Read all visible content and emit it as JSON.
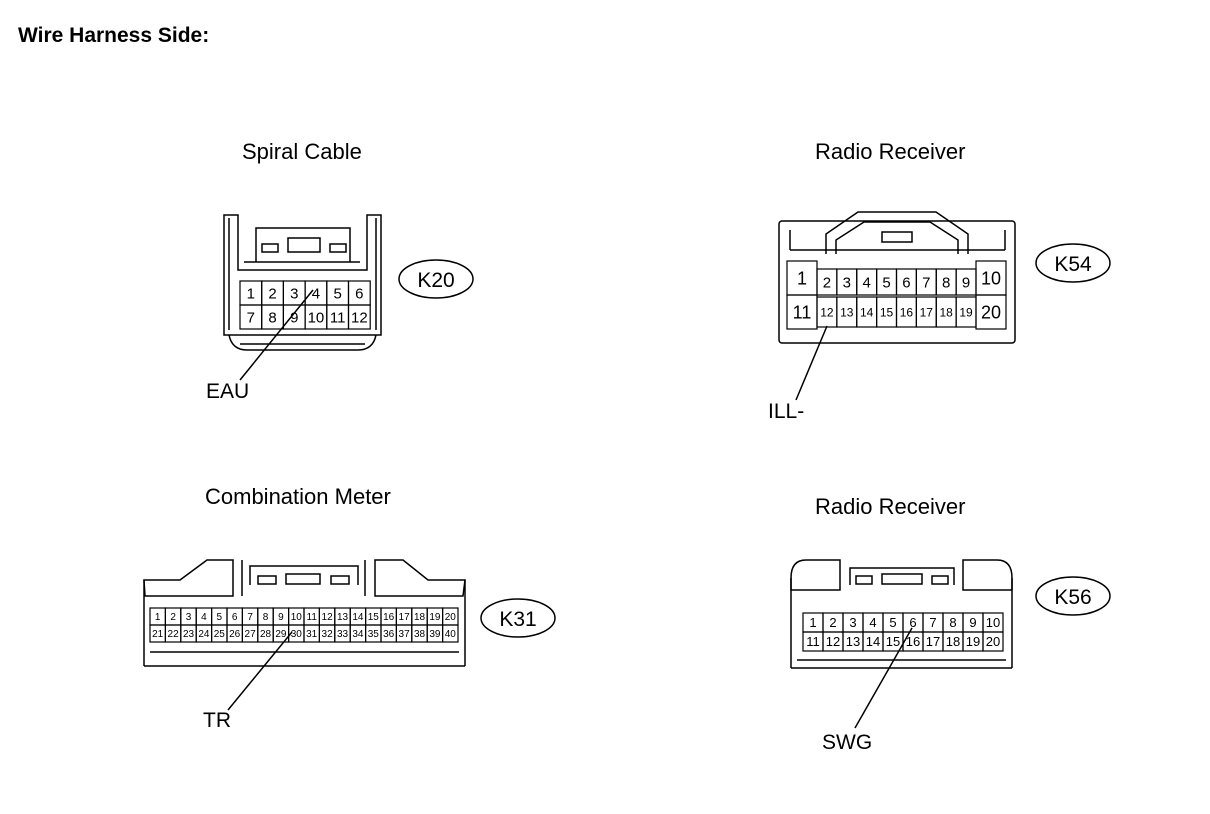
{
  "title": "Wire Harness Side:",
  "connectors": {
    "k20": {
      "name": "Spiral Cable",
      "code": "K20",
      "pins": [
        [
          "1",
          "2",
          "3",
          "4",
          "5",
          "6"
        ],
        [
          "7",
          "8",
          "9",
          "10",
          "11",
          "12"
        ]
      ],
      "callout": "EAU"
    },
    "k54": {
      "name": "Radio Receiver",
      "code": "K54",
      "pins_left": [
        "1",
        "11"
      ],
      "pins": [
        [
          "2",
          "3",
          "4",
          "5",
          "6",
          "7",
          "8",
          "9"
        ],
        [
          "12",
          "13",
          "14",
          "15",
          "16",
          "17",
          "18",
          "19"
        ]
      ],
      "pins_right": [
        "10",
        "20"
      ],
      "callout": "ILL-"
    },
    "k31": {
      "name": "Combination Meter",
      "code": "K31",
      "pins": [
        [
          "1",
          "2",
          "3",
          "4",
          "5",
          "6",
          "7",
          "8",
          "9",
          "10",
          "11",
          "12",
          "13",
          "14",
          "15",
          "16",
          "17",
          "18",
          "19",
          "20"
        ],
        [
          "21",
          "22",
          "23",
          "24",
          "25",
          "26",
          "27",
          "28",
          "29",
          "30",
          "31",
          "32",
          "33",
          "34",
          "35",
          "36",
          "37",
          "38",
          "39",
          "40"
        ]
      ],
      "callout": "TR"
    },
    "k56": {
      "name": "Radio Receiver",
      "code": "K56",
      "pins": [
        [
          "1",
          "2",
          "3",
          "4",
          "5",
          "6",
          "7",
          "8",
          "9",
          "10"
        ],
        [
          "11",
          "12",
          "13",
          "14",
          "15",
          "16",
          "17",
          "18",
          "19",
          "20"
        ]
      ],
      "callout": "SWG"
    }
  }
}
